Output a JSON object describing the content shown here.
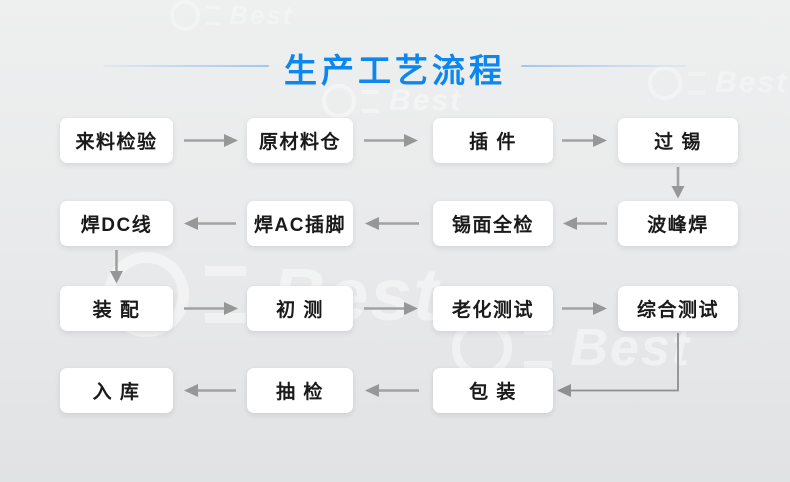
{
  "page": {
    "title": "生产工艺流程"
  },
  "colors": {
    "title_blue": "#0d87f0",
    "divider_blue": "#9fc8f0",
    "arrow_gray": "#9c9c9c",
    "box_background": "#ffffff",
    "box_text": "#1a1a1a",
    "page_background": "#e9eaeb"
  },
  "watermark": {
    "text": "Best"
  },
  "flow": {
    "rows": [
      {
        "direction": "right",
        "boxes": [
          "来料检验",
          "原材料仓",
          "插 件",
          "过 锡"
        ]
      },
      {
        "direction": "left",
        "boxes": [
          "焊DC线",
          "焊AC插脚",
          "锡面全检",
          "波峰焊"
        ]
      },
      {
        "direction": "right",
        "boxes": [
          "装 配",
          "初 测",
          "老化测试",
          "综合测试"
        ]
      },
      {
        "direction": "left",
        "boxes": [
          "入 库",
          "抽 检",
          "包 装"
        ]
      }
    ],
    "sequence": [
      "来料检验",
      "原材料仓",
      "插件",
      "过锡",
      "波峰焊",
      "锡面全检",
      "焊AC插脚",
      "焊DC线",
      "装配",
      "初测",
      "老化测试",
      "综合测试",
      "包装",
      "抽检",
      "入库"
    ]
  }
}
